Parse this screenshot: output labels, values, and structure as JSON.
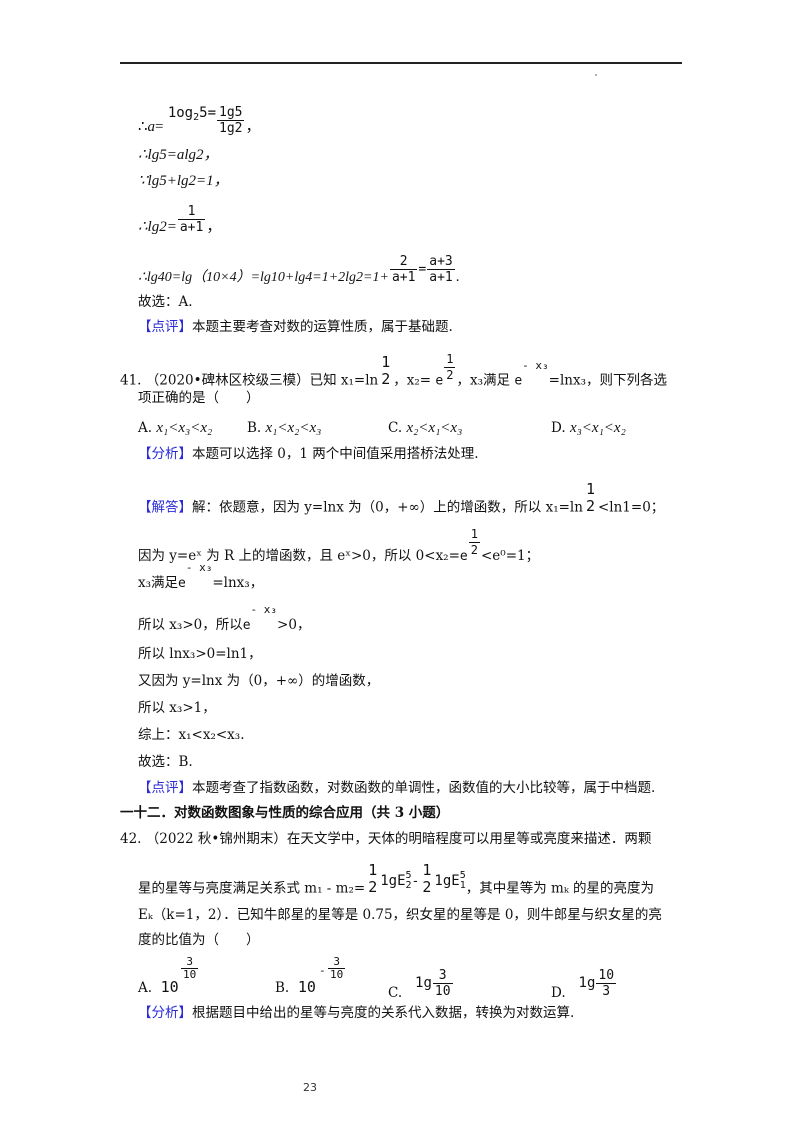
{
  "page": {
    "page_number": "23"
  },
  "prev_solution": {
    "line_a": {
      "prefix": "∴",
      "var": "a",
      "eq": "=",
      "log_expr": "1og",
      "log_base": "2",
      "log_arg": "5=",
      "frac_num": "1g5",
      "frac_den": "1g2",
      "suffix": "，"
    },
    "line_lg5": "∴lg5=alg2，",
    "line_sum": "∵lg5+lg2=1，",
    "line_lg2": {
      "prefix": "∴lg2=",
      "frac_num": "1",
      "frac_den": "a+1",
      "suffix": "，"
    },
    "line_lg40": {
      "prefix": "∴lg40=lg（10×4）=lg10+lg4=1+2lg2=1+",
      "frac1_num": "2",
      "frac1_den": "a+1",
      "eq": "=",
      "frac2_num": "a+3",
      "frac2_den": "a+1",
      "suffix": "."
    },
    "choice": "故选：A.",
    "comment_tag": "【点评】",
    "comment_text": "本题主要考查对数的运算性质，属于基础题."
  },
  "q41": {
    "number": "41.",
    "source": "（2020•碑林区校级三模）",
    "stem_part1": "已知 x₁=ln",
    "frac_half_num": "1",
    "frac_half_den": "2",
    "stem_part2": "，x₂=",
    "e_base": "e",
    "neg_half": "-",
    "stem_part3": "，x₃满足",
    "exp_neg_x3": "- x₃",
    "stem_part4": "=lnx₃，则下列各选",
    "stem_line2": "项正确的是（　　）",
    "options": [
      {
        "label": "A.",
        "text": "x₁<x₃<x₂"
      },
      {
        "label": "B.",
        "text": "x₁<x₂<x₃"
      },
      {
        "label": "C.",
        "text": "x₂<x₁<x₃"
      },
      {
        "label": "D.",
        "text": "x₃<x₁<x₂"
      }
    ],
    "analysis_tag": "【分析】",
    "analysis_text": "本题可以选择 0，1 两个中间值采用搭桥法处理.",
    "answer_tag": "【解答】",
    "answer_line1_a": "解：依题意，因为 y=lnx 为（0，+∞）上的增函数，所以 x₁=ln",
    "answer_line1_b": "<ln1=0；",
    "answer_line2_a": "因为 y=eˣ 为 R 上的增函数，且 eˣ>0，所以 0<x₂=",
    "answer_line2_b": "<e⁰=1；",
    "answer_line3_a": "x₃满足",
    "answer_line3_b": "=lnx₃，",
    "answer_line4_a": "所以 x₃>0，所以",
    "answer_line4_b": ">0，",
    "answer_line5": "所以 lnx₃>0=ln1，",
    "answer_line6": "又因为 y=lnx 为（0，+∞）的增函数，",
    "answer_line7": "所以 x₃>1，",
    "answer_line8": "综上：x₁<x₂<x₃.",
    "choice": "故选：B.",
    "comment_tag": "【点评】",
    "comment_text": "本题考查了指数函数，对数函数的单调性，函数值的大小比较等，属于中档题."
  },
  "section": {
    "title": "一十二．对数函数图象与性质的综合应用（共 3 小题）"
  },
  "q42": {
    "number": "42.",
    "source": "（2022 秋•锦州期末）",
    "stem_line1": "在天文学中，天体的明暗程度可以用星等或亮度来描述．两颗",
    "stem_line2_a": "星的星等与亮度满足关系式 m₁ - m₂=",
    "formula_half1_num": "1",
    "formula_half1_den": "2",
    "formula_term1": "1gE",
    "formula_term1_sub": "2",
    "formula_term1_sup": "5",
    "formula_minus": "-",
    "formula_half2_num": "1",
    "formula_half2_den": "2",
    "formula_term2": "1gE",
    "formula_term2_sub": "1",
    "formula_term2_sup": "5",
    "stem_line2_b": "，其中星等为 mₖ 的星的亮度为",
    "stem_line3": "Eₖ（k=1，2）．已知牛郎星的星等是 0.75，织女星的星等是 0，则牛郎星与织女星的亮",
    "stem_line4": "度的比值为（　　）",
    "options": [
      {
        "label": "A.",
        "base": "10",
        "exp_sign": "",
        "exp_num": "3",
        "exp_den": "10"
      },
      {
        "label": "B.",
        "base": "10",
        "exp_sign": "-",
        "exp_num": "3",
        "exp_den": "10"
      },
      {
        "label": "C.",
        "prefix": "1g",
        "num": "3",
        "den": "10"
      },
      {
        "label": "D.",
        "prefix": "1g",
        "num": "10",
        "den": "3"
      }
    ],
    "analysis_tag": "【分析】",
    "analysis_text": "根据题目中给出的星等与亮度的关系代入数据，转换为对数运算."
  }
}
